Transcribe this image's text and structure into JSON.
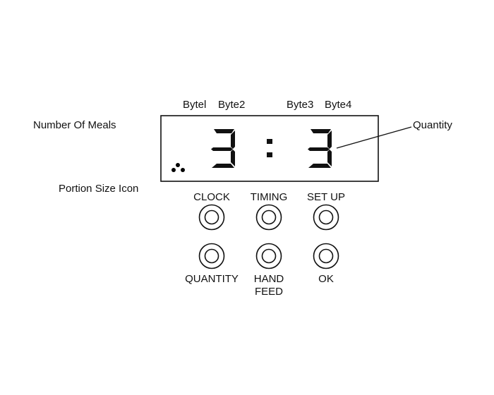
{
  "labels": {
    "byte1": "Bytel",
    "byte2": "Byte2",
    "byte3": "Byte3",
    "byte4": "Byte4",
    "number_of_meals": "Number Of Meals",
    "quantity": "Quantity",
    "portion_size_icon": "Portion Size Icon"
  },
  "display": {
    "left_digit": "3",
    "separator": ":",
    "right_digit": "3"
  },
  "buttons": {
    "clock": "CLOCK",
    "timing": "TIMING",
    "setup": "SET UP",
    "quantity": "QUANTITY",
    "hand_feed_line1": "HAND",
    "hand_feed_line2": "FEED",
    "ok": "OK"
  }
}
